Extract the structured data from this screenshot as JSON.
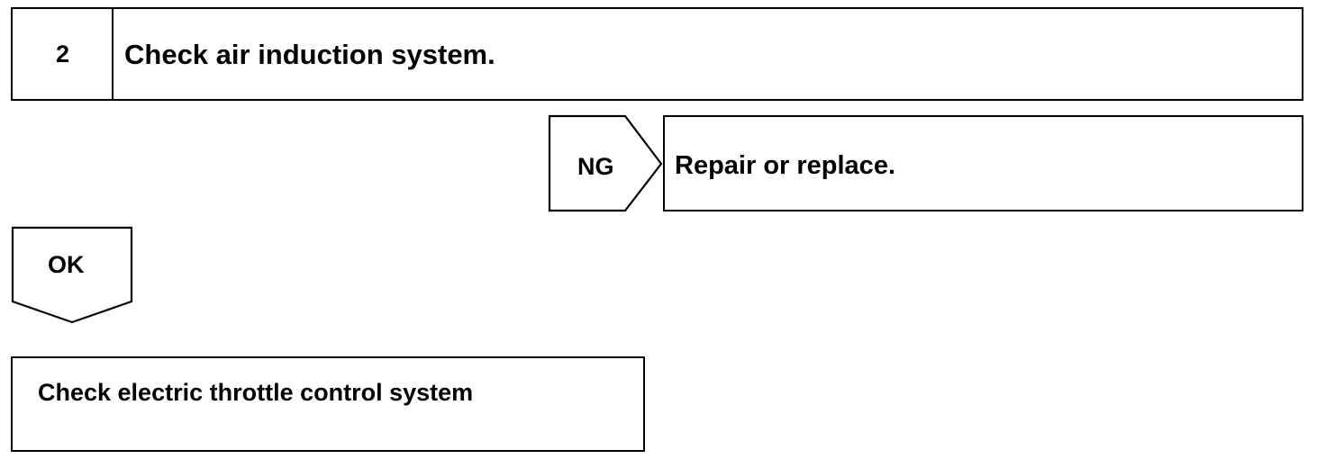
{
  "step": {
    "number": "2",
    "title": "Check air induction system."
  },
  "ng_branch": {
    "label": "NG",
    "action": "Repair or replace."
  },
  "ok_branch": {
    "label": "OK",
    "next_step": "Check electric throttle control system"
  },
  "colors": {
    "line": "#000000",
    "background": "#ffffff"
  }
}
